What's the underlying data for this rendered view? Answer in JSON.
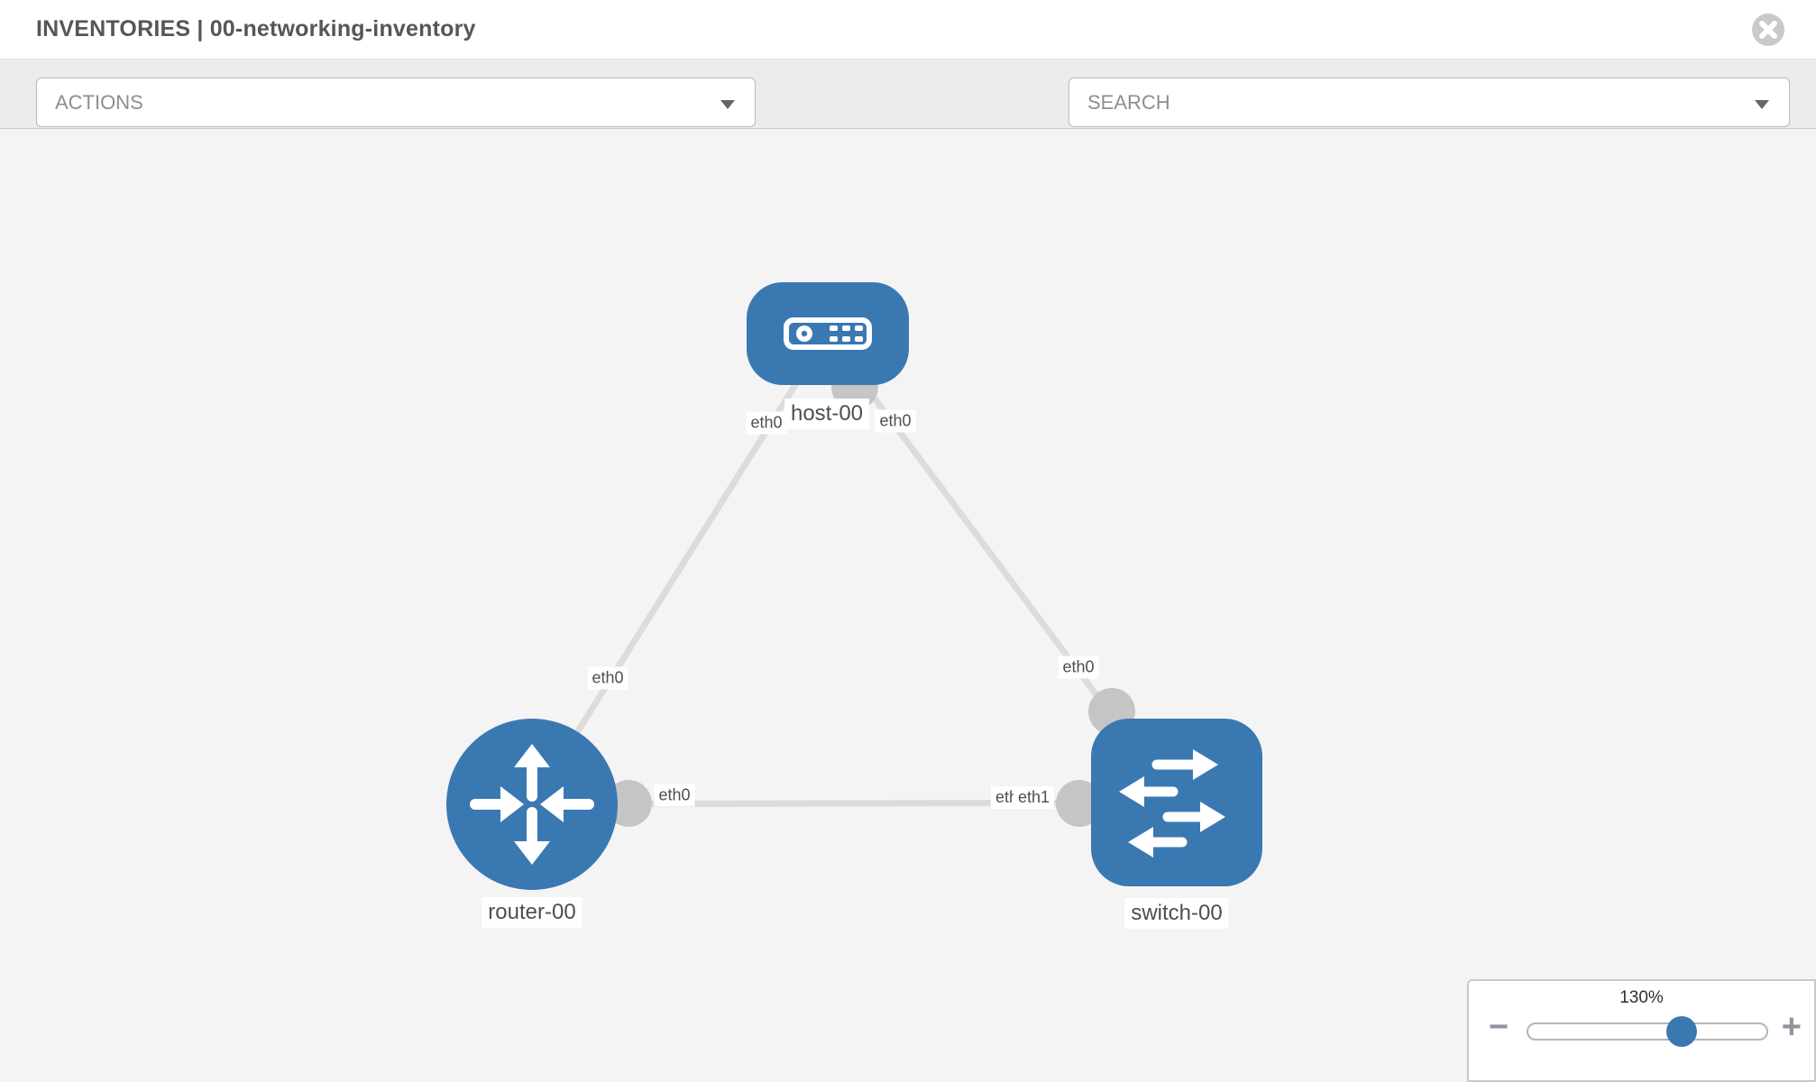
{
  "header": {
    "title": "INVENTORIES | 00-networking-inventory"
  },
  "toolbar": {
    "actions_label": "ACTIONS",
    "search_label": "SEARCH"
  },
  "icons": {
    "header_close": "circle-x",
    "toolbar": [
      "wrench",
      "key"
    ],
    "dropdown_caret": "triangle-down",
    "zoom_out": "minus",
    "zoom_in": "plus"
  },
  "colors": {
    "node_blue": "#3a78b2",
    "edge_gray": "#dcdcdc",
    "port_gray": "#c5c5c5",
    "canvas_bg": "#f4f4f4",
    "toolbar_bg": "#ebebeb",
    "slider_handle": "#3a78b2"
  },
  "topology": {
    "nodes": {
      "host": {
        "label": "host-00",
        "type": "host"
      },
      "router": {
        "label": "router-00",
        "type": "router"
      },
      "switch": {
        "label": "switch-00",
        "type": "switch"
      }
    },
    "links": [
      {
        "from": "router-00",
        "to": "host-00"
      },
      {
        "from": "host-00",
        "to": "switch-00"
      },
      {
        "from": "router-00",
        "to": "switch-00"
      }
    ],
    "iface": {
      "e1_router": "eth0",
      "e1_host": "eth0",
      "e2_host": "eth0",
      "e2_switch": "eth0",
      "e3_router": "eth0",
      "e3_switch_a": "eth0",
      "e3_switch_b": "eth1"
    }
  },
  "zoom_control": {
    "value": "130%",
    "minus": "−",
    "plus": "+"
  }
}
